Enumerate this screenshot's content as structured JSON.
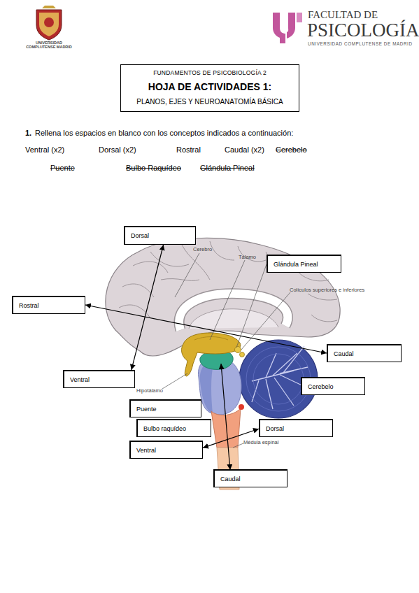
{
  "diagram": {
    "nodes": [
      {
        "text": [
          "FUNDAMENTOS DE PSICOBIOLOGÍA 2",
          "HOJA DE ACTIVIDADES 1:",
          "PLANOS, EJES Y NEUROANATOMÍA BÁSICA"
        ]
      },
      {
        "text": [
          "Dorsal"
        ]
      },
      {
        "text": [
          "Glándula Pineal"
        ]
      },
      {
        "text": [
          "Rostral"
        ]
      },
      {
        "text": [
          "Caudal"
        ]
      },
      {
        "text": [
          "Ventral"
        ]
      },
      {
        "text": [
          "Cerebelo"
        ]
      },
      {
        "text": [
          "Puente"
        ]
      },
      {
        "text": [
          "Bulbo raquídeo"
        ]
      },
      {
        "text": [
          "Dorsal"
        ]
      },
      {
        "text": [
          "Ventral"
        ]
      },
      {
        "text": [
          "Caudal"
        ]
      }
    ],
    "edges": [
      {
        "from": 1,
        "to": 5,
        "arrow": "both"
      },
      {
        "from": 3,
        "to": 4,
        "arrow": "both"
      },
      {
        "from": 10,
        "to": 9,
        "arrow": "both"
      }
    ],
    "labels": [
      "UNIVERSIDAD COMPLUTENSE MADRID",
      "FACULTAD DE",
      "PSICOLOGÍA",
      "UNIVERSIDAD COMPLUTENSE DE MADRID",
      "1.",
      "Rellena los espacios en blanco con los conceptos indicados a continuación:",
      "Ventral (x2)",
      "Dorsal (x2)",
      "Rostral",
      "Caudal (x2)",
      "Cerebelo",
      "Puente",
      "Bulbo Raquídeo",
      "Glándula Pineal",
      "Cerebro",
      "Tálamo",
      "Colículos superiores e inferiores",
      "Hipotálamo",
      "Médula espinal"
    ]
  }
}
